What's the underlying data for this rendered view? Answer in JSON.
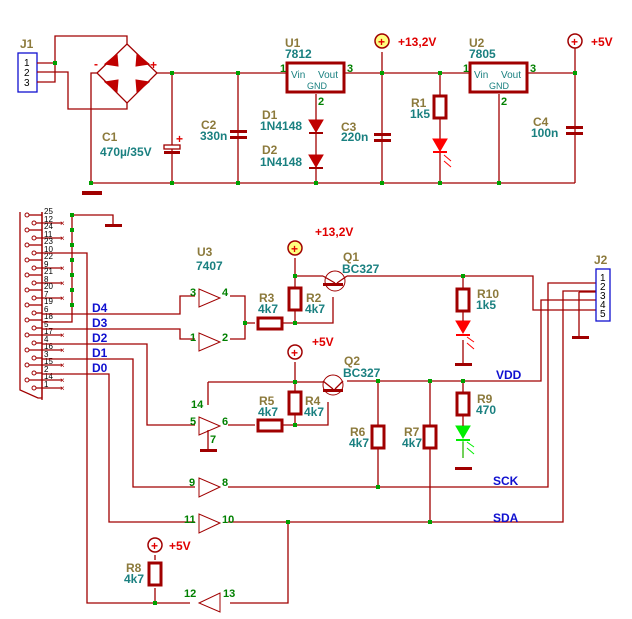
{
  "connectors": {
    "j1": {
      "ref": "J1",
      "pins": [
        "1",
        "2",
        "3"
      ]
    },
    "j2": {
      "ref": "J2",
      "pins": [
        "1",
        "2",
        "3",
        "4",
        "5"
      ]
    },
    "db25": {
      "pins_top": [
        "25",
        "24",
        "23",
        "22",
        "21",
        "20",
        "19",
        "18",
        "17",
        "16",
        "15",
        "14"
      ],
      "pins_bottom": [
        "12",
        "11",
        "10",
        "9",
        "8",
        "7",
        "6",
        "5",
        "4",
        "3",
        "2",
        "1"
      ]
    }
  },
  "components": {
    "c1": {
      "ref": "C1",
      "value": "470µ/35V"
    },
    "c2": {
      "ref": "C2",
      "value": "330n"
    },
    "c3": {
      "ref": "C3",
      "value": "220n"
    },
    "c4": {
      "ref": "C4",
      "value": "100n"
    },
    "u1": {
      "ref": "U1",
      "value": "7812",
      "vin": "Vin",
      "vout": "Vout",
      "gnd": "GND",
      "pin_in": "1",
      "pin_out": "3",
      "pin_gnd": "2"
    },
    "u2": {
      "ref": "U2",
      "value": "7805",
      "vin": "Vin",
      "vout": "Vout",
      "gnd": "GND",
      "pin_in": "1",
      "pin_out": "3",
      "pin_gnd": "2"
    },
    "u3": {
      "ref": "U3",
      "value": "7407"
    },
    "d1": {
      "ref": "D1",
      "value": "1N4148"
    },
    "d2": {
      "ref": "D2",
      "value": "1N4148"
    },
    "r1": {
      "ref": "R1",
      "value": "1k5"
    },
    "r2": {
      "ref": "R2",
      "value": "4k7"
    },
    "r3": {
      "ref": "R3",
      "value": "4k7"
    },
    "r4": {
      "ref": "R4",
      "value": "4k7"
    },
    "r5": {
      "ref": "R5",
      "value": "4k7"
    },
    "r6": {
      "ref": "R6",
      "value": "4k7"
    },
    "r7": {
      "ref": "R7",
      "value": "4k7"
    },
    "r8": {
      "ref": "R8",
      "value": "4k7"
    },
    "r9": {
      "ref": "R9",
      "value": "470"
    },
    "r10": {
      "ref": "R10",
      "value": "1k5"
    },
    "q1": {
      "ref": "Q1",
      "value": "BC327"
    },
    "q2": {
      "ref": "Q2",
      "value": "BC327"
    }
  },
  "buffers": {
    "b1": {
      "in": "3",
      "out": "4"
    },
    "b2": {
      "in": "1",
      "out": "2"
    },
    "b3": {
      "in": "5",
      "out": "6",
      "vcc": "14",
      "gnd": "7"
    },
    "b4": {
      "in": "9",
      "out": "8"
    },
    "b5": {
      "in": "11",
      "out": "10"
    },
    "b6": {
      "in": "13",
      "out": "12"
    }
  },
  "power": {
    "v13": "+13,2V",
    "v5": "+5V",
    "bridge_minus": "-",
    "bridge_plus": "+",
    "cap_plus": "+"
  },
  "signals": {
    "d4": "D4",
    "d3": "D3",
    "d2": "D2",
    "d1": "D1",
    "d0": "D0",
    "vdd": "VDD",
    "sck": "SCK",
    "sda": "SDA"
  }
}
